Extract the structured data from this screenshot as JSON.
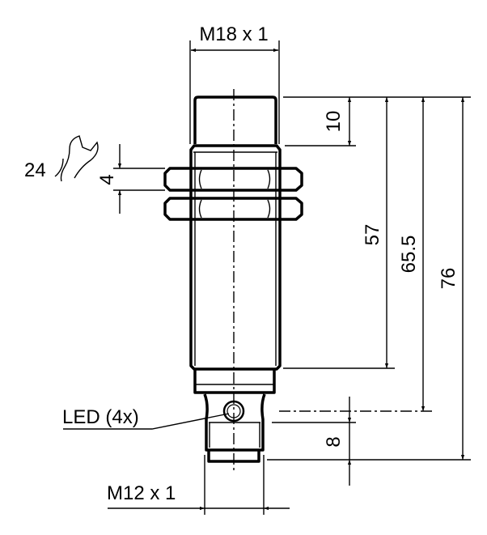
{
  "drawing": {
    "thread_top_label": "M18 x 1",
    "thread_bottom_label": "M12 x 1",
    "led_label": "LED (4x)",
    "wrench_size_label": "24",
    "nut_thickness_label": "4",
    "dimensions": {
      "head_length": "10",
      "thread_length": "57",
      "length_to_led": "65.5",
      "total_length": "76",
      "connector_length": "8"
    },
    "icons": [
      "wrench-icon"
    ]
  }
}
